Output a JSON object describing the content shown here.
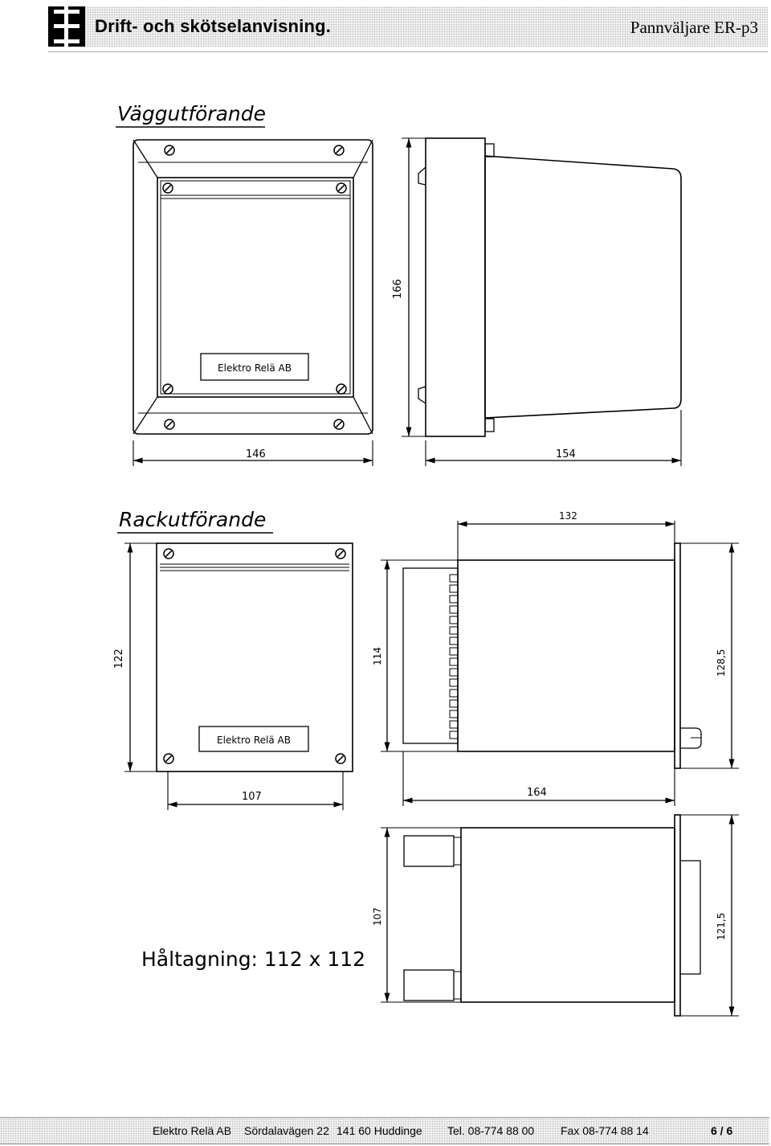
{
  "header": {
    "title": "Drift- och skötselanvisning.",
    "product": "Pannväljare ER-p3"
  },
  "sections": {
    "wall": "Väggutförande",
    "rack": "Rackutförande",
    "hole": "Håltagning: 112 x 112"
  },
  "nameplate": "Elektro Relä AB",
  "dimensions": {
    "wall_width": "146",
    "wall_depth": "154",
    "wall_height": "166",
    "rack_front_height": "122",
    "rack_front_width": "107",
    "rack_body_height": "114",
    "rack_top_depth": "132",
    "rack_flange_height": "128,5",
    "rack_depth": "164",
    "mount_body_height": "107",
    "mount_flange_height": "121,5"
  },
  "footer": {
    "company": "Elektro Relä AB",
    "address": "Sördalavägen 22",
    "city": "141 60 Huddinge",
    "phone": "Tel. 08-774 88 00",
    "fax": "Fax 08-774 88 14",
    "page": "6 / 6"
  }
}
